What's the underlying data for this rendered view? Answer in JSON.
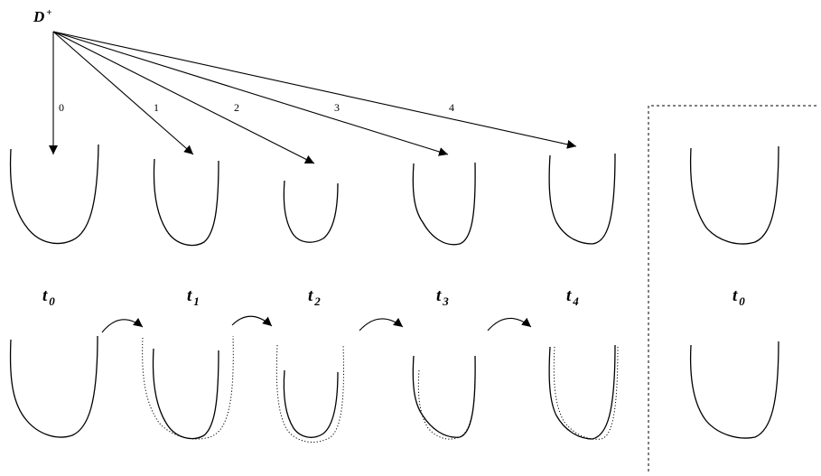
{
  "source_label": {
    "main": "D",
    "sup": "+"
  },
  "arrow_labels": [
    "0",
    "1",
    "2",
    "3",
    "4"
  ],
  "time_labels": [
    {
      "main": "t",
      "sub": "0"
    },
    {
      "main": "t",
      "sub": "1"
    },
    {
      "main": "t",
      "sub": "2"
    },
    {
      "main": "t",
      "sub": "3"
    },
    {
      "main": "t",
      "sub": "4"
    }
  ],
  "reference_label": {
    "main": "t",
    "sub": "0"
  }
}
